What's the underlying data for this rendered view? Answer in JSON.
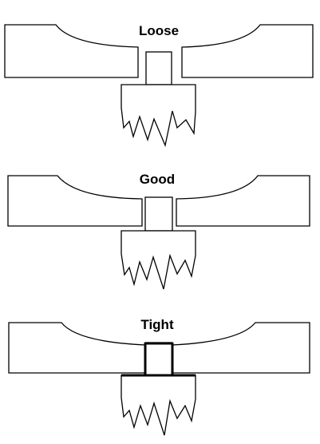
{
  "panels": [
    {
      "label": "Loose"
    },
    {
      "label": "Good"
    },
    {
      "label": "Tight"
    }
  ]
}
